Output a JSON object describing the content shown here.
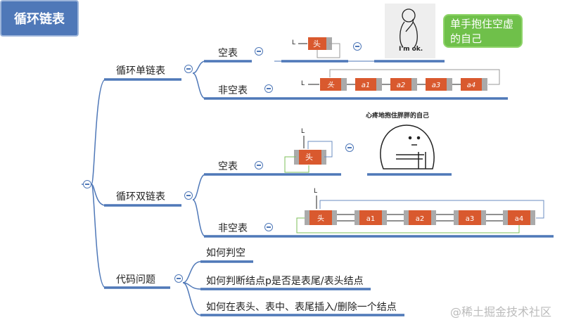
{
  "root": {
    "label": "循环链表"
  },
  "branches": [
    {
      "label": "循环单链表",
      "children": [
        {
          "label": "空表"
        },
        {
          "label": "非空表"
        }
      ]
    },
    {
      "label": "循环双链表",
      "children": [
        {
          "label": "空表"
        },
        {
          "label": "非空表"
        }
      ]
    },
    {
      "label": "代码问题",
      "children": [
        {
          "label": "如何判空"
        },
        {
          "label": "如何判断结点p是否是表尾/表头结点"
        },
        {
          "label": "如何在表头、表中、表尾插入/删除一个结点"
        }
      ]
    }
  ],
  "diagram": {
    "pointer": "L",
    "head": "头",
    "nodes": [
      "a1",
      "a2",
      "a3",
      "a4"
    ]
  },
  "meme1": {
    "caption": "I'm ok.",
    "bubble": "单手抱住空虚的自己"
  },
  "meme2": {
    "caption": "心疼地抱住胖胖的自己"
  },
  "watermark": "@稀土掘金技术社区",
  "colors": {
    "branch": "#4f78b8",
    "node": "#d9592e",
    "bubble": "#6fc04a"
  }
}
